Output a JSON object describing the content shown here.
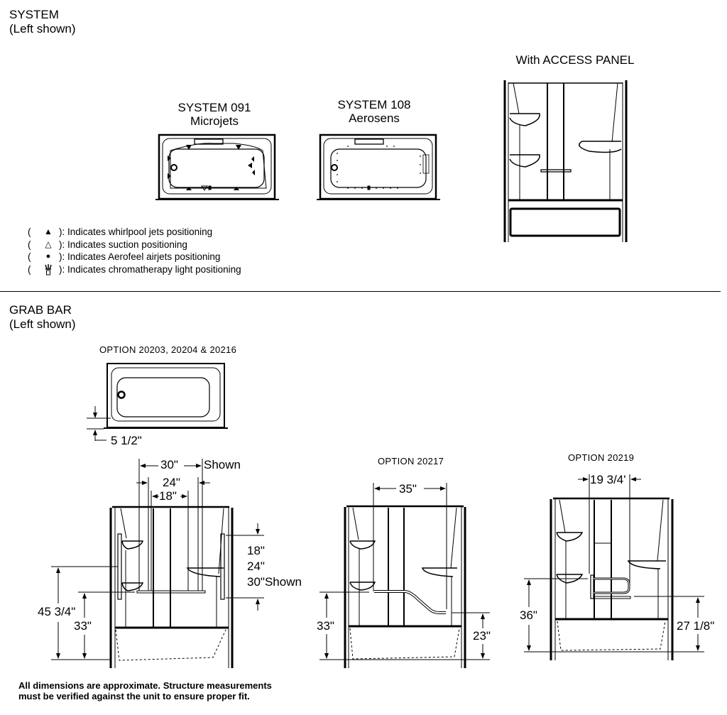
{
  "system_section": {
    "title": "SYSTEM",
    "subtitle": "(Left shown)",
    "tubs": [
      {
        "title": "SYSTEM 091",
        "subtitle": "Microjets"
      },
      {
        "title": "SYSTEM 108",
        "subtitle": "Aerosens"
      }
    ],
    "access_panel_title": "With ACCESS PANEL",
    "legend": [
      {
        "symbol": "▲",
        "icon": "filled-triangle-icon",
        "text": "): Indicates whirlpool jets positioning"
      },
      {
        "symbol": "△",
        "icon": "outline-triangle-icon",
        "text": "): Indicates suction positioning"
      },
      {
        "symbol": "●",
        "icon": "filled-circle-icon",
        "text": "): Indicates Aerofeel airjets positioning"
      },
      {
        "symbol": "♆",
        "icon": "chromatherapy-light-icon",
        "text": "): Indicates chromatherapy light positioning"
      }
    ],
    "legend_open_paren": "("
  },
  "grab_bar_section": {
    "title": "GRAB BAR",
    "subtitle": "(Left shown)",
    "option_a": {
      "label": "OPTION 20203, 20204 & 20216",
      "plan_dim": "5 1/2\"",
      "dim_30": "30\"",
      "dim_30_suffix": "Shown",
      "dim_24": "24\"",
      "dim_18": "18\"",
      "side_dims": [
        "18\"",
        "24\"",
        "30\"Shown"
      ],
      "height_outer": "45 3/4\"",
      "height_inner": "33\""
    },
    "option_b": {
      "label": "OPTION 20217",
      "width_dim": "35\"",
      "left_height": "33\"",
      "right_height": "23\""
    },
    "option_c": {
      "label": "OPTION 20219",
      "width_dim": "19 3/4'",
      "left_height": "36\"",
      "right_height": "27 1/8\""
    }
  },
  "footer_note": {
    "line1": "All dimensions are approximate. Structure measurements",
    "line2": "must be verified against the unit to ensure proper fit."
  }
}
